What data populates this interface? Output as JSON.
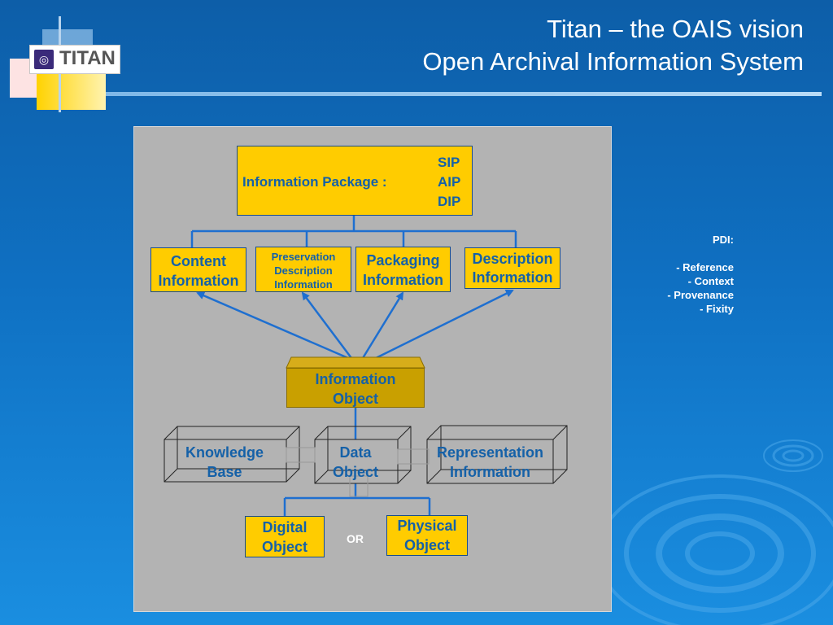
{
  "title": {
    "line1": "Titan – the OAIS vision",
    "line2": "Open Archival Information System"
  },
  "logo": {
    "text": "TITAN",
    "icon": "titan-logo-icon"
  },
  "info_package": {
    "label": "Information Package :",
    "types": [
      "SIP",
      "AIP",
      "DIP"
    ]
  },
  "components": [
    {
      "line1": "Content",
      "line2": "Information"
    },
    {
      "line1": "Preservation",
      "line2": "Description",
      "line3": "Information"
    },
    {
      "line1": "Packaging",
      "line2": "Information"
    },
    {
      "line1": "Description",
      "line2": "Information"
    }
  ],
  "information_object": {
    "line1": "Information",
    "line2": "Object"
  },
  "cubes": [
    {
      "line1": "Knowledge",
      "line2": "Base"
    },
    {
      "line1": "Data",
      "line2": "Object"
    },
    {
      "line1": "Representation",
      "line2": "Information"
    }
  ],
  "objects": [
    {
      "line1": "Digital",
      "line2": "Object"
    },
    {
      "line1": "Physical",
      "line2": "Object"
    }
  ],
  "or_label": "OR",
  "pdi": {
    "header": "PDI:",
    "items": [
      "- Reference",
      "- Context",
      "- Provenance",
      "- Fixity"
    ]
  },
  "colors": {
    "box_fill": "#ffcc00",
    "text_blue": "#1561a8",
    "object_fill": "#c9a000",
    "connector": "#1e6fd0"
  }
}
